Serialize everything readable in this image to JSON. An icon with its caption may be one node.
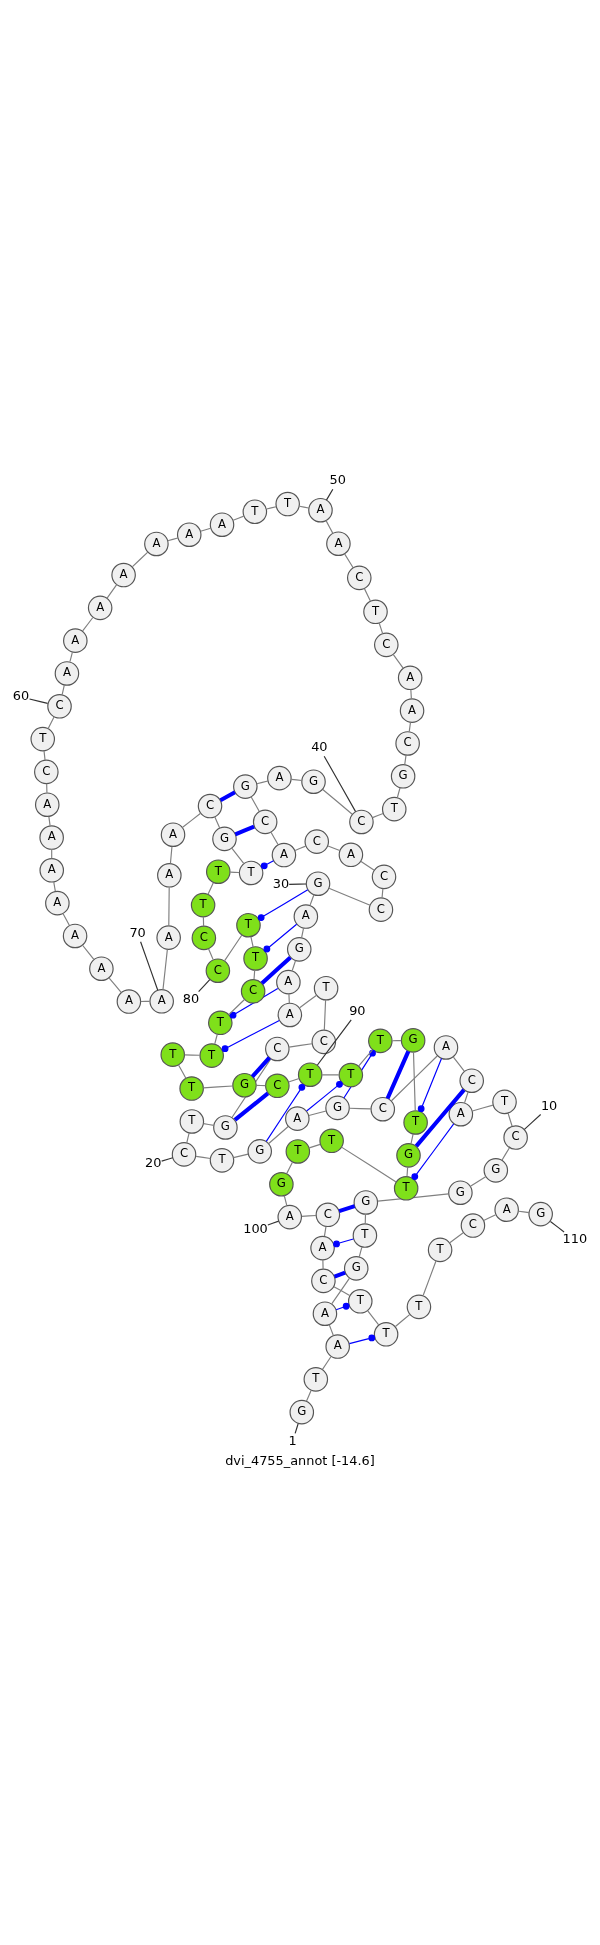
{
  "diagram": {
    "title": "dvi_4755_annot [-14.6]",
    "nodes": [
      {
        "text": [
          "G"
        ]
      },
      {
        "text": [
          "T"
        ]
      },
      {
        "text": [
          "A"
        ]
      },
      {
        "text": [
          "A"
        ]
      },
      {
        "text": [
          "G"
        ]
      },
      {
        "text": [
          "T"
        ]
      },
      {
        "text": [
          "G"
        ]
      },
      {
        "text": [
          "G"
        ]
      },
      {
        "text": [
          "G"
        ]
      },
      {
        "text": [
          "C"
        ]
      },
      {
        "text": [
          "T"
        ]
      },
      {
        "text": [
          "A"
        ]
      },
      {
        "text": [
          "C"
        ]
      },
      {
        "text": [
          "A"
        ]
      },
      {
        "text": [
          "C"
        ]
      },
      {
        "text": [
          "G"
        ]
      },
      {
        "text": [
          "A"
        ]
      },
      {
        "text": [
          "G"
        ]
      },
      {
        "text": [
          "T"
        ]
      },
      {
        "text": [
          "C"
        ]
      },
      {
        "text": [
          "T"
        ]
      },
      {
        "text": [
          "G"
        ]
      },
      {
        "text": [
          "C"
        ]
      },
      {
        "text": [
          "C"
        ]
      },
      {
        "text": [
          "T"
        ]
      },
      {
        "text": [
          "A"
        ]
      },
      {
        "text": [
          "A"
        ]
      },
      {
        "text": [
          "G"
        ]
      },
      {
        "text": [
          "A"
        ]
      },
      {
        "text": [
          "G"
        ]
      },
      {
        "text": [
          "C"
        ]
      },
      {
        "text": [
          "C"
        ]
      },
      {
        "text": [
          "A"
        ]
      },
      {
        "text": [
          "C"
        ]
      },
      {
        "text": [
          "A"
        ]
      },
      {
        "text": [
          "C"
        ]
      },
      {
        "text": [
          "G"
        ]
      },
      {
        "text": [
          "A"
        ]
      },
      {
        "text": [
          "G"
        ]
      },
      {
        "text": [
          "C"
        ]
      },
      {
        "text": [
          "T"
        ]
      },
      {
        "text": [
          "G"
        ]
      },
      {
        "text": [
          "C"
        ]
      },
      {
        "text": [
          "A"
        ]
      },
      {
        "text": [
          "A"
        ]
      },
      {
        "text": [
          "C"
        ]
      },
      {
        "text": [
          "T"
        ]
      },
      {
        "text": [
          "C"
        ]
      },
      {
        "text": [
          "A"
        ]
      },
      {
        "text": [
          "A"
        ]
      },
      {
        "text": [
          "T"
        ]
      },
      {
        "text": [
          "T"
        ]
      },
      {
        "text": [
          "A"
        ]
      },
      {
        "text": [
          "A"
        ]
      },
      {
        "text": [
          "A"
        ]
      },
      {
        "text": [
          "A"
        ]
      },
      {
        "text": [
          "A"
        ]
      },
      {
        "text": [
          "A"
        ]
      },
      {
        "text": [
          "A"
        ]
      },
      {
        "text": [
          "C"
        ]
      },
      {
        "text": [
          "T"
        ]
      },
      {
        "text": [
          "C"
        ]
      },
      {
        "text": [
          "A"
        ]
      },
      {
        "text": [
          "A"
        ]
      },
      {
        "text": [
          "A"
        ]
      },
      {
        "text": [
          "A"
        ]
      },
      {
        "text": [
          "A"
        ]
      },
      {
        "text": [
          "A"
        ]
      },
      {
        "text": [
          "A"
        ]
      },
      {
        "text": [
          "A"
        ]
      },
      {
        "text": [
          "A"
        ]
      },
      {
        "text": [
          "A"
        ]
      },
      {
        "text": [
          "A"
        ]
      },
      {
        "text": [
          "C"
        ]
      },
      {
        "text": [
          "G"
        ]
      },
      {
        "text": [
          "T"
        ]
      },
      {
        "text": [
          "T"
        ]
      },
      {
        "text": [
          "T"
        ]
      },
      {
        "text": [
          "C"
        ]
      },
      {
        "text": [
          "C"
        ]
      },
      {
        "text": [
          "T"
        ]
      },
      {
        "text": [
          "T"
        ]
      },
      {
        "text": [
          "C"
        ]
      },
      {
        "text": [
          "T"
        ]
      },
      {
        "text": [
          "T"
        ]
      },
      {
        "text": [
          "T"
        ]
      },
      {
        "text": [
          "T"
        ]
      },
      {
        "text": [
          "G"
        ]
      },
      {
        "text": [
          "C"
        ]
      },
      {
        "text": [
          "T"
        ]
      },
      {
        "text": [
          "T"
        ]
      },
      {
        "text": [
          "T"
        ]
      },
      {
        "text": [
          "G"
        ]
      },
      {
        "text": [
          "T"
        ]
      },
      {
        "text": [
          "G"
        ]
      },
      {
        "text": [
          "T"
        ]
      },
      {
        "text": [
          "T"
        ]
      },
      {
        "text": [
          "T"
        ]
      },
      {
        "text": [
          "G"
        ]
      },
      {
        "text": [
          "A"
        ]
      },
      {
        "text": [
          "C"
        ]
      },
      {
        "text": [
          "A"
        ]
      },
      {
        "text": [
          "C"
        ]
      },
      {
        "text": [
          "T"
        ]
      },
      {
        "text": [
          "T"
        ]
      },
      {
        "text": [
          "T"
        ]
      },
      {
        "text": [
          "T"
        ]
      },
      {
        "text": [
          "C"
        ]
      },
      {
        "text": [
          "A"
        ]
      },
      {
        "text": [
          "G"
        ]
      },
      {
        "text": [
          "1"
        ]
      },
      {
        "text": [
          "10"
        ]
      },
      {
        "text": [
          "20"
        ]
      },
      {
        "text": [
          "30"
        ]
      },
      {
        "text": [
          "40"
        ]
      },
      {
        "text": [
          "50"
        ]
      },
      {
        "text": [
          "60"
        ]
      },
      {
        "text": [
          "70"
        ]
      },
      {
        "text": [
          "80"
        ]
      },
      {
        "text": [
          "90"
        ]
      },
      {
        "text": [
          "100"
        ]
      },
      {
        "text": [
          "110"
        ]
      }
    ],
    "edges": [
      {
        "from": 0,
        "to": 1,
        "arrow": "none"
      },
      {
        "from": 1,
        "to": 2,
        "arrow": "none"
      },
      {
        "from": 2,
        "to": 3,
        "arrow": "none"
      },
      {
        "from": 3,
        "to": 4,
        "arrow": "none"
      },
      {
        "from": 4,
        "to": 5,
        "arrow": "none"
      },
      {
        "from": 5,
        "to": 6,
        "arrow": "none"
      },
      {
        "from": 6,
        "to": 7,
        "arrow": "none"
      },
      {
        "from": 7,
        "to": 8,
        "arrow": "none"
      },
      {
        "from": 8,
        "to": 9,
        "arrow": "none"
      },
      {
        "from": 9,
        "to": 10,
        "arrow": "none"
      },
      {
        "from": 10,
        "to": 11,
        "arrow": "none"
      },
      {
        "from": 11,
        "to": 12,
        "arrow": "none"
      },
      {
        "from": 12,
        "to": 13,
        "arrow": "none"
      },
      {
        "from": 13,
        "to": 14,
        "arrow": "none"
      },
      {
        "from": 14,
        "to": 15,
        "arrow": "none"
      },
      {
        "from": 15,
        "to": 16,
        "arrow": "none"
      },
      {
        "from": 16,
        "to": 17,
        "arrow": "none"
      },
      {
        "from": 17,
        "to": 18,
        "arrow": "none"
      },
      {
        "from": 18,
        "to": 19,
        "arrow": "none"
      },
      {
        "from": 19,
        "to": 20,
        "arrow": "none"
      },
      {
        "from": 20,
        "to": 21,
        "arrow": "none"
      },
      {
        "from": 21,
        "to": 22,
        "arrow": "none"
      },
      {
        "from": 22,
        "to": 23,
        "arrow": "none"
      },
      {
        "from": 23,
        "to": 24,
        "arrow": "none"
      },
      {
        "from": 24,
        "to": 25,
        "arrow": "none"
      },
      {
        "from": 25,
        "to": 26,
        "arrow": "none"
      },
      {
        "from": 26,
        "to": 27,
        "arrow": "none"
      },
      {
        "from": 27,
        "to": 28,
        "arrow": "none"
      },
      {
        "from": 28,
        "to": 29,
        "arrow": "none"
      },
      {
        "from": 29,
        "to": 30,
        "arrow": "none"
      },
      {
        "from": 30,
        "to": 31,
        "arrow": "none"
      },
      {
        "from": 31,
        "to": 32,
        "arrow": "none"
      },
      {
        "from": 32,
        "to": 33,
        "arrow": "none"
      },
      {
        "from": 33,
        "to": 34,
        "arrow": "none"
      },
      {
        "from": 34,
        "to": 35,
        "arrow": "none"
      },
      {
        "from": 35,
        "to": 36,
        "arrow": "none"
      },
      {
        "from": 36,
        "to": 37,
        "arrow": "none"
      },
      {
        "from": 37,
        "to": 38,
        "arrow": "none"
      },
      {
        "from": 38,
        "to": 39,
        "arrow": "none"
      },
      {
        "from": 39,
        "to": 40,
        "arrow": "none"
      },
      {
        "from": 40,
        "to": 41,
        "arrow": "none"
      },
      {
        "from": 41,
        "to": 42,
        "arrow": "none"
      },
      {
        "from": 42,
        "to": 43,
        "arrow": "none"
      },
      {
        "from": 43,
        "to": 44,
        "arrow": "none"
      },
      {
        "from": 44,
        "to": 45,
        "arrow": "none"
      },
      {
        "from": 45,
        "to": 46,
        "arrow": "none"
      },
      {
        "from": 46,
        "to": 47,
        "arrow": "none"
      },
      {
        "from": 47,
        "to": 48,
        "arrow": "none"
      },
      {
        "from": 48,
        "to": 49,
        "arrow": "none"
      },
      {
        "from": 49,
        "to": 50,
        "arrow": "none"
      },
      {
        "from": 50,
        "to": 51,
        "arrow": "none"
      },
      {
        "from": 51,
        "to": 52,
        "arrow": "none"
      },
      {
        "from": 52,
        "to": 53,
        "arrow": "none"
      },
      {
        "from": 53,
        "to": 54,
        "arrow": "none"
      },
      {
        "from": 54,
        "to": 55,
        "arrow": "none"
      },
      {
        "from": 55,
        "to": 56,
        "arrow": "none"
      },
      {
        "from": 56,
        "to": 57,
        "arrow": "none"
      },
      {
        "from": 57,
        "to": 58,
        "arrow": "none"
      },
      {
        "from": 58,
        "to": 59,
        "arrow": "none"
      },
      {
        "from": 59,
        "to": 60,
        "arrow": "none"
      },
      {
        "from": 60,
        "to": 61,
        "arrow": "none"
      },
      {
        "from": 61,
        "to": 62,
        "arrow": "none"
      },
      {
        "from": 62,
        "to": 63,
        "arrow": "none"
      },
      {
        "from": 63,
        "to": 64,
        "arrow": "none"
      },
      {
        "from": 64,
        "to": 65,
        "arrow": "none"
      },
      {
        "from": 65,
        "to": 66,
        "arrow": "none"
      },
      {
        "from": 66,
        "to": 67,
        "arrow": "none"
      },
      {
        "from": 67,
        "to": 68,
        "arrow": "none"
      },
      {
        "from": 68,
        "to": 69,
        "arrow": "none"
      },
      {
        "from": 69,
        "to": 70,
        "arrow": "none"
      },
      {
        "from": 70,
        "to": 71,
        "arrow": "none"
      },
      {
        "from": 71,
        "to": 72,
        "arrow": "none"
      },
      {
        "from": 72,
        "to": 73,
        "arrow": "none"
      },
      {
        "from": 73,
        "to": 74,
        "arrow": "none"
      },
      {
        "from": 74,
        "to": 75,
        "arrow": "none"
      },
      {
        "from": 75,
        "to": 76,
        "arrow": "none"
      },
      {
        "from": 76,
        "to": 77,
        "arrow": "none"
      },
      {
        "from": 77,
        "to": 78,
        "arrow": "none"
      },
      {
        "from": 78,
        "to": 79,
        "arrow": "none"
      },
      {
        "from": 79,
        "to": 80,
        "arrow": "none"
      },
      {
        "from": 80,
        "to": 81,
        "arrow": "none"
      },
      {
        "from": 81,
        "to": 82,
        "arrow": "none"
      },
      {
        "from": 82,
        "to": 83,
        "arrow": "none"
      },
      {
        "from": 83,
        "to": 84,
        "arrow": "none"
      },
      {
        "from": 84,
        "to": 85,
        "arrow": "none"
      },
      {
        "from": 85,
        "to": 86,
        "arrow": "none"
      },
      {
        "from": 86,
        "to": 87,
        "arrow": "none"
      },
      {
        "from": 87,
        "to": 88,
        "arrow": "none"
      },
      {
        "from": 88,
        "to": 89,
        "arrow": "none"
      },
      {
        "from": 89,
        "to": 90,
        "arrow": "none"
      },
      {
        "from": 90,
        "to": 91,
        "arrow": "none"
      },
      {
        "from": 91,
        "to": 92,
        "arrow": "none"
      },
      {
        "from": 92,
        "to": 93,
        "arrow": "none"
      },
      {
        "from": 93,
        "to": 94,
        "arrow": "none"
      },
      {
        "from": 94,
        "to": 95,
        "arrow": "none"
      },
      {
        "from": 95,
        "to": 96,
        "arrow": "none"
      },
      {
        "from": 96,
        "to": 97,
        "arrow": "none"
      },
      {
        "from": 97,
        "to": 98,
        "arrow": "none"
      },
      {
        "from": 98,
        "to": 99,
        "arrow": "none"
      },
      {
        "from": 99,
        "to": 100,
        "arrow": "none"
      },
      {
        "from": 100,
        "to": 101,
        "arrow": "none"
      },
      {
        "from": 101,
        "to": 102,
        "arrow": "none"
      },
      {
        "from": 102,
        "to": 103,
        "arrow": "none"
      },
      {
        "from": 103,
        "to": 104,
        "arrow": "none"
      },
      {
        "from": 104,
        "to": 105,
        "arrow": "none"
      },
      {
        "from": 105,
        "to": 106,
        "arrow": "none"
      },
      {
        "from": 106,
        "to": 107,
        "arrow": "none"
      },
      {
        "from": 107,
        "to": 108,
        "arrow": "none"
      },
      {
        "from": 108,
        "to": 109,
        "arrow": "none"
      },
      {
        "from": 36,
        "to": 73,
        "arrow": "none",
        "style": "thick",
        "color": "#0000ff"
      },
      {
        "from": 35,
        "to": 74,
        "arrow": "none",
        "style": "thick",
        "color": "#0000ff"
      },
      {
        "from": 34,
        "to": 75,
        "arrow": "other",
        "color": "#0000ff"
      },
      {
        "from": 29,
        "to": 80,
        "arrow": "other",
        "color": "#0000ff"
      },
      {
        "from": 28,
        "to": 81,
        "arrow": "other",
        "color": "#0000ff"
      },
      {
        "from": 27,
        "to": 82,
        "arrow": "none",
        "style": "thick",
        "color": "#0000ff"
      },
      {
        "from": 26,
        "to": 83,
        "arrow": "other",
        "color": "#0000ff"
      },
      {
        "from": 25,
        "to": 84,
        "arrow": "other",
        "color": "#0000ff"
      },
      {
        "from": 22,
        "to": 87,
        "arrow": "none",
        "style": "thick",
        "color": "#0000ff"
      },
      {
        "from": 21,
        "to": 88,
        "arrow": "none",
        "style": "thick",
        "color": "#0000ff"
      },
      {
        "from": 17,
        "to": 89,
        "arrow": "other",
        "color": "#0000ff"
      },
      {
        "from": 16,
        "to": 90,
        "arrow": "other",
        "color": "#0000ff"
      },
      {
        "from": 15,
        "to": 91,
        "arrow": "other",
        "color": "#0000ff"
      },
      {
        "from": 14,
        "to": 92,
        "arrow": "none",
        "style": "thick",
        "color": "#0000ff"
      },
      {
        "from": 13,
        "to": 93,
        "arrow": "other",
        "color": "#0000ff"
      },
      {
        "from": 12,
        "to": 94,
        "arrow": "none",
        "style": "thick",
        "color": "#0000ff"
      },
      {
        "from": 11,
        "to": 95,
        "arrow": "other",
        "color": "#0000ff"
      },
      {
        "from": 6,
        "to": 100,
        "arrow": "none",
        "style": "thick",
        "color": "#0000ff"
      },
      {
        "from": 5,
        "to": 101,
        "arrow": "other",
        "color": "#0000ff"
      },
      {
        "from": 4,
        "to": 102,
        "arrow": "none",
        "style": "thick",
        "color": "#0000ff"
      },
      {
        "from": 3,
        "to": 103,
        "arrow": "other",
        "color": "#0000ff"
      },
      {
        "from": 2,
        "to": 104,
        "arrow": "other",
        "color": "#0000ff"
      },
      {
        "from": 110,
        "to": 0,
        "arrow": "none",
        "color": "#333333"
      },
      {
        "from": 111,
        "to": 9,
        "arrow": "none",
        "color": "#333333"
      },
      {
        "from": 112,
        "to": 19,
        "arrow": "none",
        "color": "#333333"
      },
      {
        "from": 113,
        "to": 29,
        "arrow": "none",
        "color": "#333333"
      },
      {
        "from": 114,
        "to": 39,
        "arrow": "none",
        "color": "#333333"
      },
      {
        "from": 115,
        "to": 49,
        "arrow": "none",
        "color": "#333333"
      },
      {
        "from": 116,
        "to": 59,
        "arrow": "none",
        "color": "#333333"
      },
      {
        "from": 117,
        "to": 69,
        "arrow": "none",
        "color": "#333333"
      },
      {
        "from": 118,
        "to": 79,
        "arrow": "none",
        "color": "#333333"
      },
      {
        "from": 119,
        "to": 89,
        "arrow": "none",
        "color": "#333333"
      },
      {
        "from": 120,
        "to": 99,
        "arrow": "none",
        "color": "#333333"
      },
      {
        "from": 121,
        "to": 109,
        "arrow": "none",
        "color": "#333333"
      }
    ]
  }
}
